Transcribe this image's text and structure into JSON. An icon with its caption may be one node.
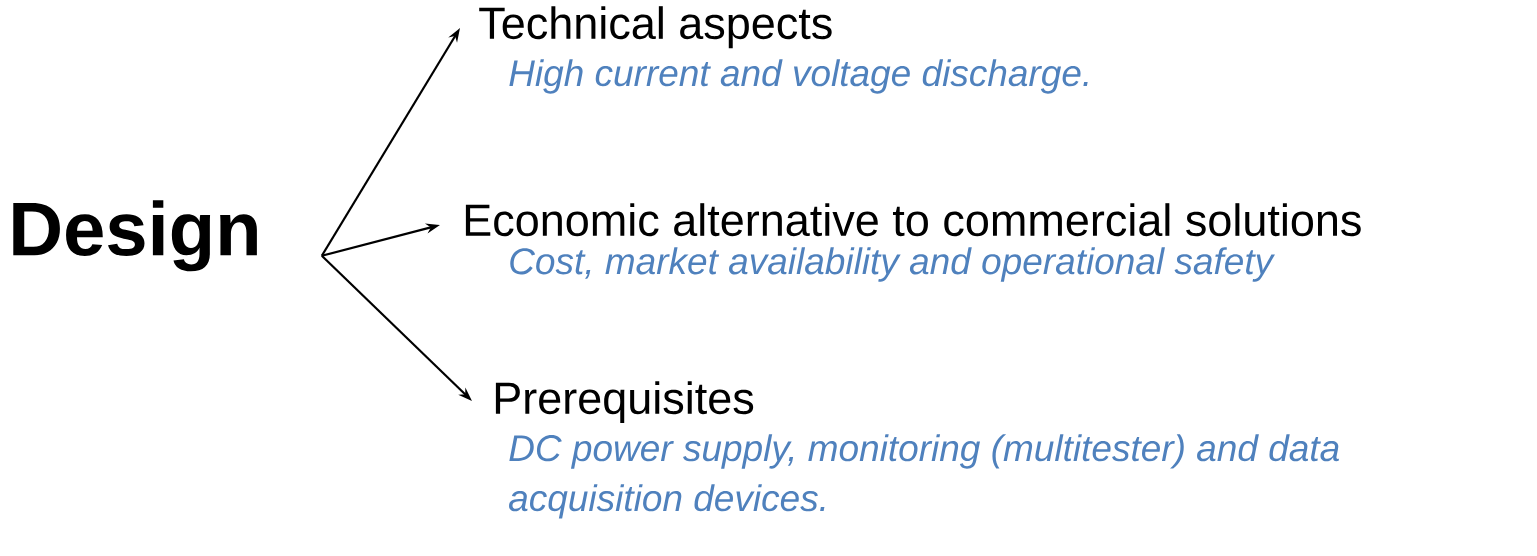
{
  "diagram": {
    "nodes": [
      {
        "text": [
          "Design"
        ]
      },
      {
        "text": [
          "Technical aspects",
          "High current and voltage discharge."
        ]
      },
      {
        "text": [
          "Economic alternative to commercial solutions",
          "Cost, market availability and operational safety"
        ]
      },
      {
        "text": [
          "Prerequisites",
          "DC power supply, monitoring (multitester) and data acquisition devices."
        ]
      }
    ],
    "edges": [
      {
        "from": 0,
        "to": 1,
        "arrow": "to"
      },
      {
        "from": 0,
        "to": 2,
        "arrow": "to"
      },
      {
        "from": 0,
        "to": 3,
        "arrow": "to"
      }
    ]
  }
}
